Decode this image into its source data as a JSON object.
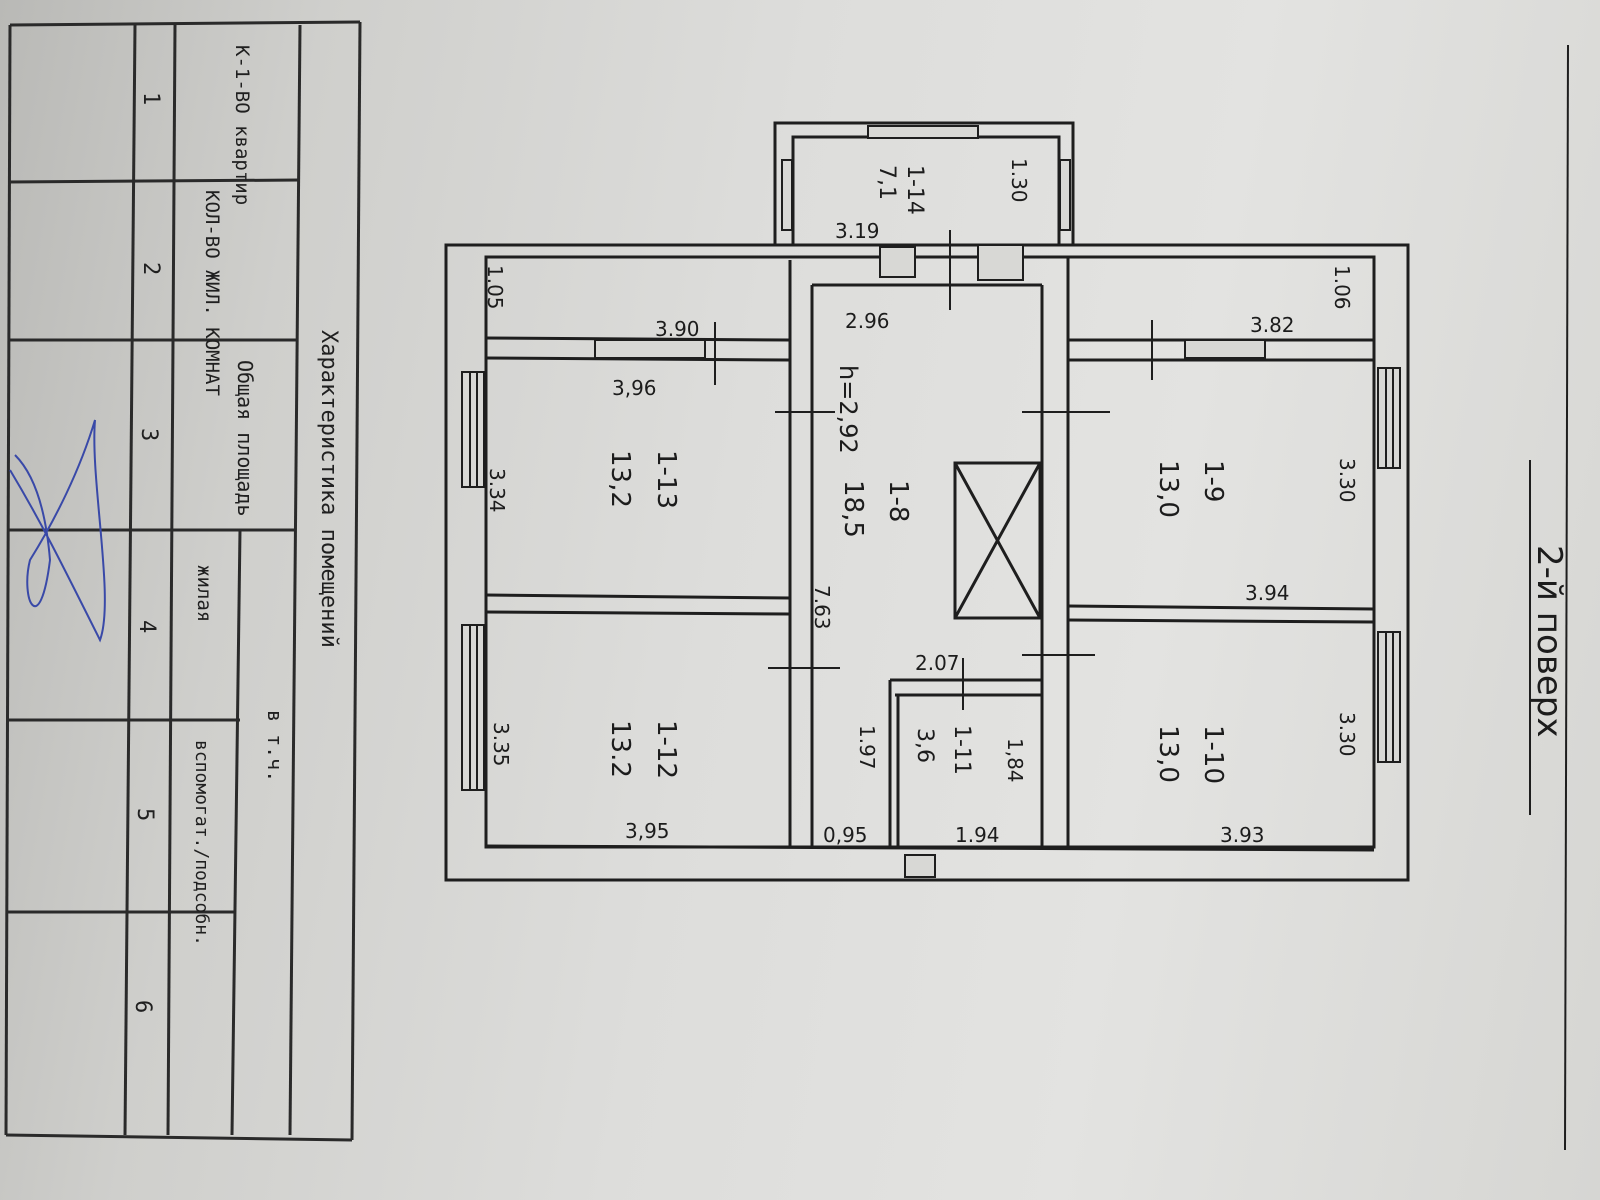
{
  "table": {
    "header_title": "Характеристика помещений",
    "col_headers": {
      "apartments": "К-1-ВО квартир",
      "rooms": "КОЛ-ВО ЖИЛ. КОМНАТ",
      "total_area": "Общая площадь",
      "incl": "в т.ч.",
      "living": "жилая",
      "auxiliary": "вспомогат./подсобн."
    },
    "col_numbers": [
      "1",
      "2",
      "3",
      "4",
      "5",
      "6"
    ]
  },
  "floor_label": "2-й поверх",
  "rooms": [
    {
      "id": "1-14",
      "area": "7,1"
    },
    {
      "id": "1-13",
      "area": "13,2"
    },
    {
      "id": "1-12",
      "area": "13.2"
    },
    {
      "id": "1-8",
      "area": "18,5"
    },
    {
      "id": "1-11",
      "area": "3,6"
    },
    {
      "id": "1-9",
      "area": "13,0"
    },
    {
      "id": "1-10",
      "area": "13,0"
    }
  ],
  "ceiling_height": "h=2,92",
  "dimensions": {
    "balcony_len": "1.30",
    "balcony_width": "3.19",
    "top_left_small": "1.05",
    "room13_top": "3.90",
    "room13_width_inner": "3,96",
    "room13_depth": "3.34",
    "room12_depth": "3.35",
    "room12_bottom": "3,95",
    "hall_top": "2.96",
    "hall_len": "7.63",
    "hall_bottom_small": "0,95",
    "bath_top": "2.07",
    "bath_side": "1.97",
    "bath_side2": "1,84",
    "bath_bottom": "1.94",
    "top_right_small": "1.06",
    "room9_top": "3.82",
    "room9_depth": "3.30",
    "room9_bottom": "3.94",
    "room10_depth": "3.30",
    "room10_bottom": "3.93"
  }
}
